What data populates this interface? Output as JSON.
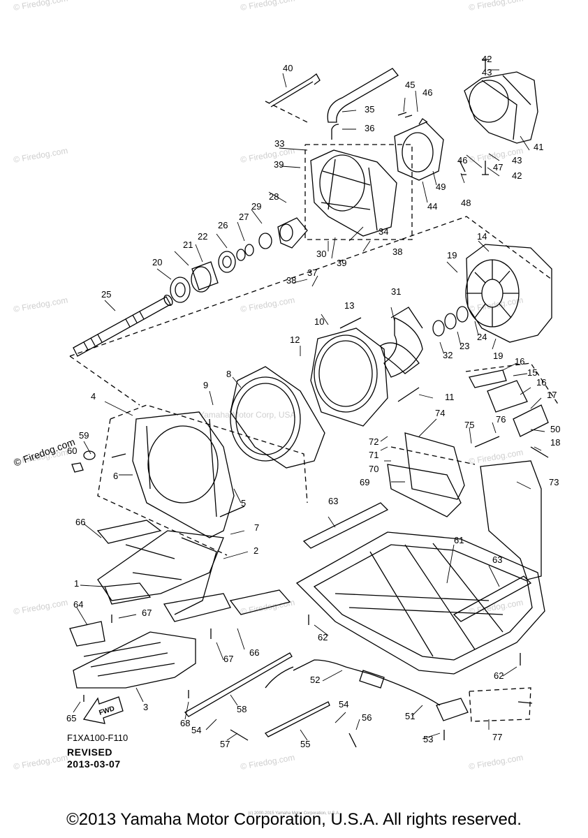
{
  "diagram": {
    "code": "F1XA100-F110",
    "revised_label": "REVISED",
    "revised_date": "2013-03-07",
    "copyright": "©2013 Yamaha Motor Corporation, U.S.A. All rights reserved.",
    "fwd_label": "FWD",
    "watermark": "© Firedog.com",
    "center_watermark": "Yamaha Motor Corp, USA",
    "tiny_note": "(c) 2000-2015 Yamaha Motor Corporation, U.S.A."
  },
  "parts": [
    "1",
    "2",
    "3",
    "4",
    "5",
    "6",
    "7",
    "8",
    "9",
    "10",
    "11",
    "12",
    "13",
    "14",
    "15",
    "16",
    "17",
    "18",
    "19",
    "20",
    "21",
    "22",
    "23",
    "24",
    "25",
    "26",
    "27",
    "28",
    "29",
    "30",
    "31",
    "32",
    "33",
    "34",
    "35",
    "36",
    "37",
    "38",
    "39",
    "40",
    "41",
    "42",
    "43",
    "44",
    "45",
    "46",
    "47",
    "48",
    "49",
    "50",
    "51",
    "52",
    "53",
    "54",
    "55",
    "56",
    "57",
    "58",
    "59",
    "60",
    "61",
    "62",
    "63",
    "64",
    "65",
    "66",
    "67",
    "68",
    "69",
    "70",
    "71",
    "72",
    "73",
    "74",
    "75",
    "76",
    "77"
  ],
  "colors": {
    "line": "#000000",
    "watermark": "#cfcfcf",
    "background": "#ffffff"
  }
}
